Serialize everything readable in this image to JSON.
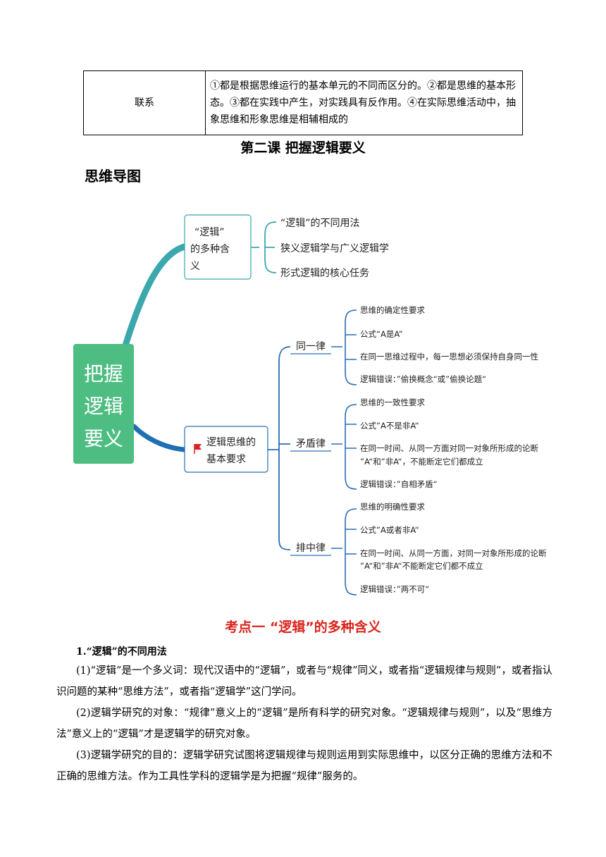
{
  "table": {
    "label": "联系",
    "content": "①都是根据思维运行的基本单元的不同而区分的。②都是思维的基本形态。③都在实践中产生，对实践具有反作用。④在实际思维活动中，抽象思维和形象思维是相辅相成的"
  },
  "lesson_title": "第二课  把握逻辑要义",
  "mindmap_title": "思维导图",
  "mindmap": {
    "root": [
      "把握",
      "逻辑",
      "要义"
    ],
    "branch1": {
      "lines": [
        "“逻辑”",
        "的多种含",
        "义"
      ],
      "items": [
        "“逻辑”的不同用法",
        "狭义逻辑学与广义逻辑学",
        "形式逻辑的核心任务"
      ]
    },
    "branch2": {
      "lines": [
        "逻辑思维的",
        "基本要求"
      ],
      "laws": [
        {
          "name": "同一律",
          "items": [
            "思维的确定性要求",
            "公式“A是A”",
            "在同一思维过程中，每一思想必须保持自身同一性",
            "逻辑错误：”偷换概念“或”偷换论题“"
          ]
        },
        {
          "name": "矛盾律",
          "items": [
            "思维的一致性要求",
            "公式”A不是非A“",
            "在同一时间、从同一方面对同一对象所形成的论断",
            "”A“和”非A“，不能断定它们都成立",
            "逻辑错误：”自相矛盾“"
          ]
        },
        {
          "name": "排中律",
          "items": [
            "思维的明确性要求",
            "公式”A或者非A“",
            "在同一时间、从同一方面，对同一对象所形成的论断",
            "”A“和”非A“不能断定它们都不成立",
            "逻辑错误：”两不可“"
          ]
        }
      ]
    }
  },
  "section_title": "考点一 “逻辑”的多种含义",
  "sub_title": "1.“逻辑”的不同用法",
  "paragraphs": [
    "(1)“逻辑”是一个多义词：现代汉语中的“逻辑”，或者与“规律”同义，或者指“逻辑规律与规则”，或者指认识问题的某种“思维方法”，或者指“逻辑学”这门学问。",
    "(2)逻辑学研究的对象：“规律”意义上的“逻辑”是所有科学的研究对象。“逻辑规律与规则”，以及“思维方法”意义上的“逻辑”才是逻辑学的研究对象。",
    "(3)逻辑学研究的目的：逻辑学研究试图将逻辑规律与规则运用到实际思维中，以区分正确的思维方法和不正确的思维方法。作为工具性学科的逻辑学是为把握“规律”服务的。"
  ],
  "colors": {
    "root_green": "#4dbd82",
    "branch_teal": "#3aa8ad",
    "branch_blue": "#1f6fb4",
    "line_blue": "#2a6db5",
    "flag_red": "#e02020",
    "section_red": "#d9251c"
  }
}
